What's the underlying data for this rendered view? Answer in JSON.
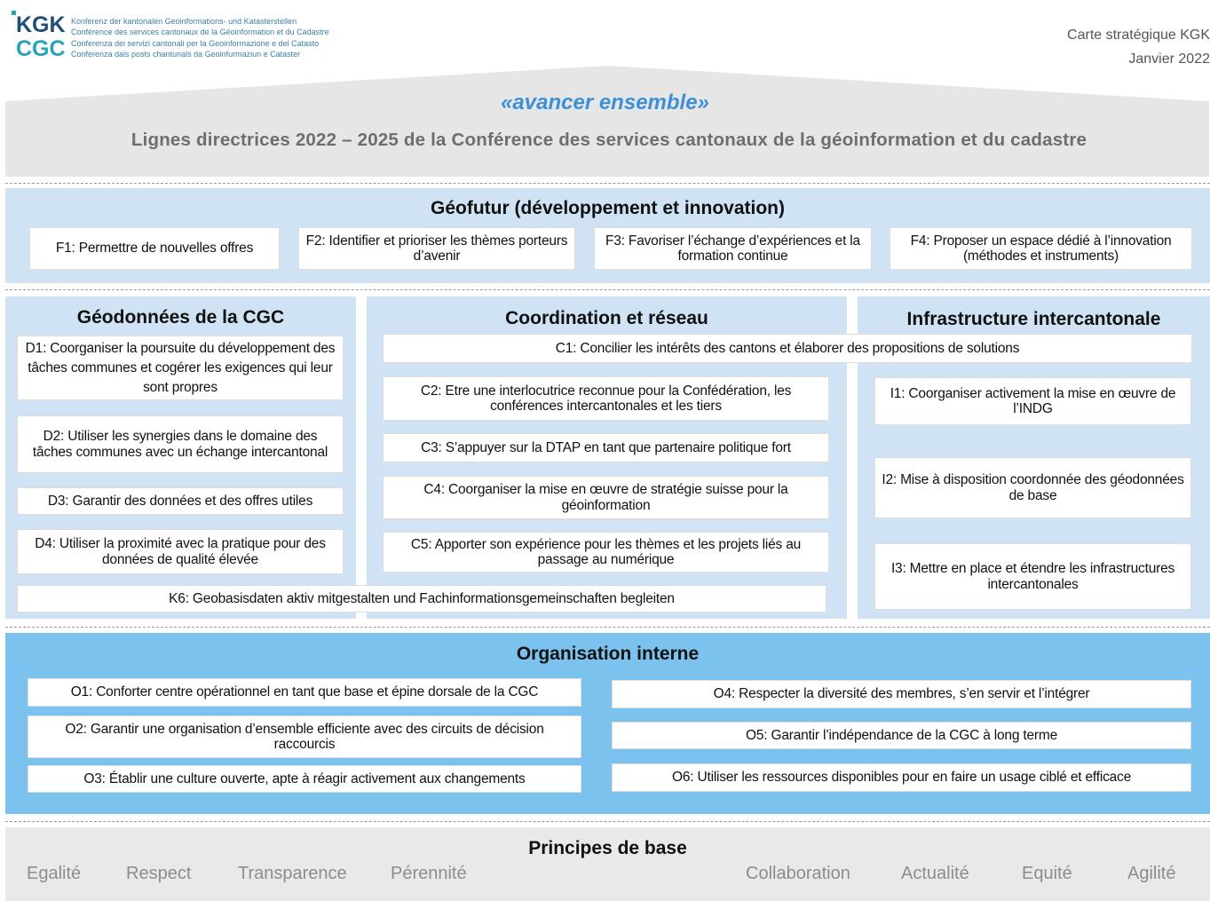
{
  "header": {
    "logo_top": "KGK",
    "logo_bottom": "CGC",
    "logo_lines": [
      "Konferenz der kantonalen Geoinformations- und Katasterstellen",
      "Conférence des services cantonaux de la Géoinformation et du Cadastre",
      "Conferenza dei servizi cantonali per la Geoinformazione e del Catasto",
      "Conferenza dals posts chantunals da Geoinfurmaziun e Cataster"
    ],
    "doc_title": "Carte stratégique KGK",
    "doc_date": "Janvier 2022"
  },
  "roof": {
    "motto": "«avancer ensemble»",
    "subtitle": "Lignes directrices 2022 – 2025 de la Conférence des services cantonaux de la géoinformation et du cadastre"
  },
  "geofutur": {
    "title": "Géofutur (développement et innovation)",
    "items": [
      "F1: Permettre de nouvelles offres",
      "F2: Identifier et prioriser les thèmes porteurs d’avenir",
      "F3: Favoriser l’échange d’expériences et la formation continue",
      "F4: Proposer un espace dédié à l’innovation (méthodes et instruments)"
    ]
  },
  "geodonnees": {
    "title": "Géodonnées de la CGC",
    "items": [
      "D1: Coorganiser la poursuite du développement des tâches communes et cogérer les exigences qui leur sont propres",
      "D2: Utiliser les synergies dans le domaine des tâches communes avec un échange intercantonal",
      "D3: Garantir des données et des offres utiles",
      "D4: Utiliser la proximité avec la pratique pour des données de qualité élevée"
    ]
  },
  "coordination": {
    "title": "Coordination et réseau",
    "items": [
      "C1: Concilier les intérêts des cantons et élaborer des propositions de solutions",
      "C2: Etre une interlocutrice reconnue pour la Confédération, les conférences intercantonales et les tiers",
      "C3: S’appuyer sur la DTAP en tant que partenaire politique fort",
      "C4: Coorganiser la mise en œuvre de stratégie suisse pour la géoinformation",
      "C5: Apporter son expérience pour les thèmes et les projets liés au passage au numérique"
    ],
    "k6": "K6: Geobasisdaten aktiv mitgestalten und Fachinformationsgemeinschaften begleiten"
  },
  "infrastructure": {
    "title": "Infrastructure intercantonale",
    "items": [
      "I1: Coorganiser activement la mise en œuvre de l’INDG",
      "I2: Mise à disposition coordonnée des géodonnées de base",
      "I3: Mettre en place et étendre les infrastructures intercantonales"
    ]
  },
  "organisation": {
    "title": "Organisation interne",
    "left": [
      "O1: Conforter centre opérationnel en tant que base et épine dorsale de la CGC",
      "O2: Garantir une organisation d’ensemble efficiente avec des circuits de décision raccourcis",
      "O3: Établir une culture ouverte, apte à réagir activement aux changements"
    ],
    "right": [
      "O4: Respecter la diversité des membres, s’en servir et l’intégrer",
      "O5: Garantir l’indépendance de la CGC à long terme",
      "O6: Utiliser les ressources disponibles pour en faire un usage ciblé et efficace"
    ]
  },
  "principes": {
    "title": "Principes de base",
    "values": [
      "Egalité",
      "Respect",
      "Transparence",
      "Pérennité",
      "Collaboration",
      "Actualité",
      "Equité",
      "Agilité"
    ]
  },
  "colors": {
    "light_panel": "#cfe3f5",
    "dark_panel": "#7cc2ef",
    "grey_panel": "#e9e9e9",
    "motto": "#3d8fd6"
  }
}
